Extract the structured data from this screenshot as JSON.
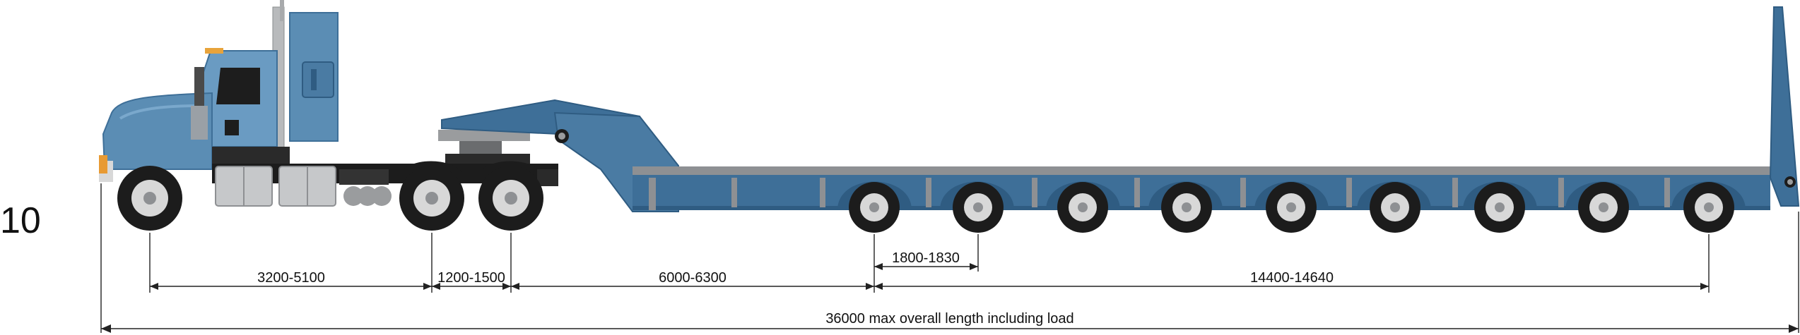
{
  "row_label": "10",
  "colors": {
    "cab_blue": "#5b8db4",
    "cab_blue_light": "#7aa8cc",
    "trailer_blue": "#3e6f98",
    "trailer_blue_dark": "#2f5c82",
    "deck_grey": "#8e9093",
    "chrome": "#b8babc",
    "tyre": "#1c1c1c",
    "rim": "#d8d8d8"
  },
  "icons": {
    "truck": "prime-mover-truck-icon",
    "trailer": "low-loader-trailer-icon"
  },
  "dimensions": {
    "tractor_wheelbase": "3200-5100",
    "drive_axle_spread": "1200-1500",
    "kingpin_to_first_axle": "6000-6300",
    "axle_spacing": "1800-1830",
    "trailer_axle_group": "14400-14640",
    "overall_length": "36000 max overall length including load"
  }
}
